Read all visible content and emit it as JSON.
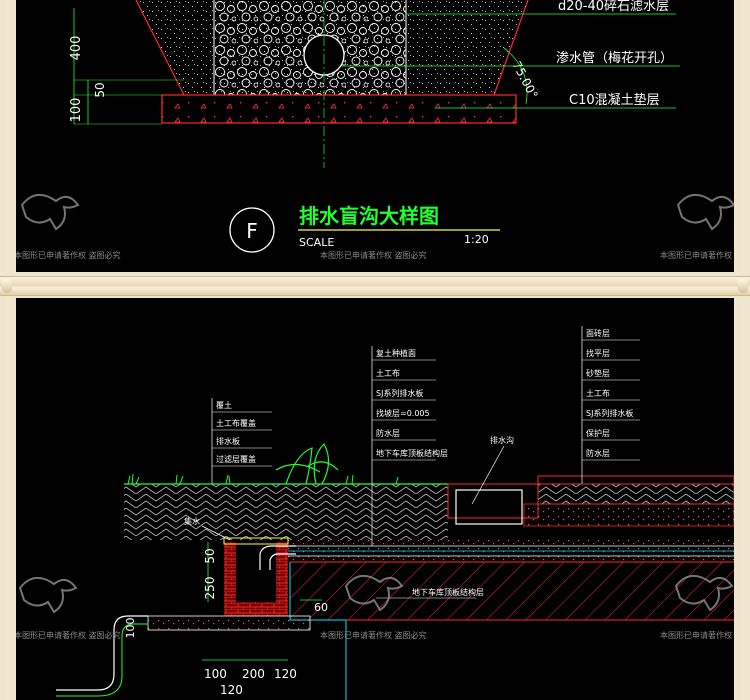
{
  "top_panel": {
    "labels": {
      "filter_layer": "d20-40碎石滤水层",
      "pipe": "渗水管（梅花开孔）",
      "cushion": "C10混凝土垫层"
    },
    "dims": {
      "d400": "400",
      "d100": "100",
      "d50": "50",
      "angle": "75.00°"
    },
    "detail": {
      "marker": "F",
      "title": "排水盲沟大样图",
      "scale_label": "SCALE",
      "scale_value": "1:20"
    }
  },
  "bottom_panel": {
    "left_stack": [
      "覆土",
      "土工布覆盖",
      "排水板",
      "过滤层覆盖"
    ],
    "center_stack": [
      "复土种植面",
      "土工布",
      "SJ系列排水板",
      "找坡层=0.005",
      "防水层",
      "地下车库顶板结构层"
    ],
    "right_stack": [
      "面砖层",
      "找平层",
      "砂垫层",
      "土工布",
      "SJ系列排水板",
      "保护层",
      "防水层"
    ],
    "labels": {
      "channel": "排水沟",
      "pit_label": "集水",
      "slab": "地下车库顶板结构层"
    },
    "dims": {
      "d250": "250",
      "d50": "50",
      "d60": "60",
      "d100_left": "100",
      "d100": "100",
      "d200": "200",
      "d120": "120",
      "d120_bottom": "120"
    }
  },
  "watermark": {
    "text": "本图形已申请著作权  盗图必究"
  },
  "colors": {
    "cad_background": "#000000",
    "frame_tan": "#efe6cf",
    "white_line": "#ffffff",
    "red": "#ff2a2a",
    "green": "#22ff33",
    "cyan": "#00e5ff",
    "yellow": "#ffff33"
  }
}
